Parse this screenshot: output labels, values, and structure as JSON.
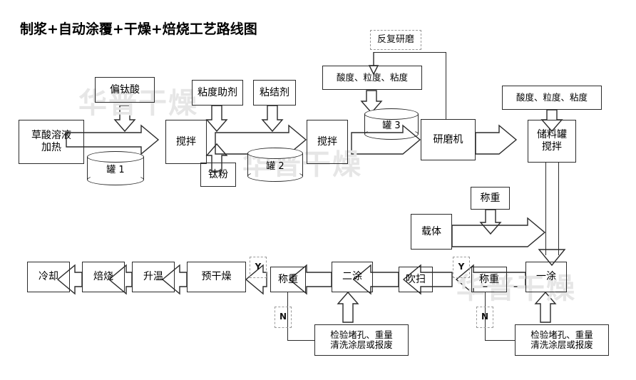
{
  "title": "制浆+自动涂覆+干燥+焙烧工艺路线图",
  "watermark": "华普干燥",
  "diagram": {
    "type": "process-flowchart",
    "nodes": {
      "oxalic_acid": "草酸溶液\n加热",
      "tank1": "罐 1",
      "metatitanic_acid": "偏钛酸",
      "mix1": "搅拌",
      "titanium_powder": "钛粉",
      "viscosity_aid": "粘度助剂",
      "binder": "粘结剂",
      "tank2": "罐 2",
      "mix2": "搅拌",
      "repeat_grind": "反复研磨",
      "quality_check_1": "酸度、粒度、粘度",
      "tank3": "罐 3",
      "grinder": "研磨机",
      "quality_check_2": "酸度、粒度、粘度",
      "storage_tank": "储料罐\n搅拌",
      "weigh_carrier": "称重",
      "carrier": "载体",
      "coat1": "一涂",
      "weigh1": "称重",
      "inspect1_l1": "检验堵孔、重量",
      "inspect1_l2": "清洗涂层或报废",
      "blow": "吹扫",
      "coat2": "二涂",
      "weigh2": "称重",
      "inspect2_l1": "检验堵孔、重量",
      "inspect2_l2": "清洗涂层或报废",
      "pre_dry": "预干燥",
      "heat_up": "升温",
      "calcine": "焙烧",
      "cooling": "冷却"
    },
    "decision_labels": {
      "yes_1": "Y",
      "no_1": "N",
      "yes_2": "Y",
      "no_2": "N"
    },
    "colors": {
      "stroke": "#2b2b2b",
      "dashed_stroke": "#9a9a9a",
      "watermark": "#e6e6e6",
      "background": "#ffffff"
    }
  }
}
